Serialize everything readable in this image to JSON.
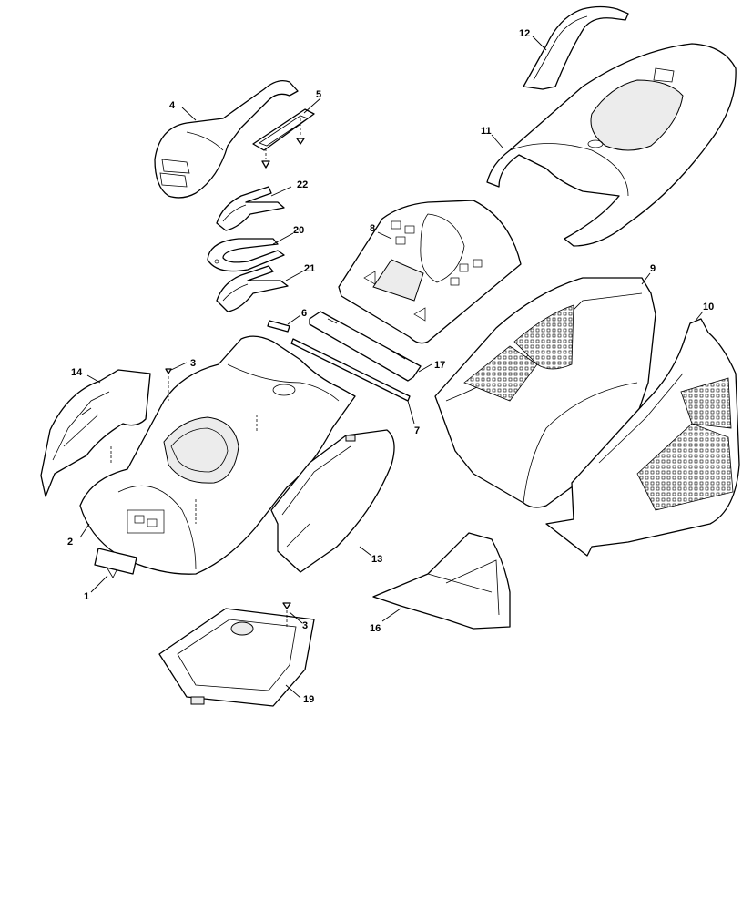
{
  "diagram": {
    "callouts": [
      "1",
      "2",
      "3",
      "3",
      "4",
      "5",
      "6",
      "7",
      "8",
      "9",
      "10",
      "11",
      "12",
      "13",
      "14",
      "16",
      "17",
      "19",
      "20",
      "21",
      "22"
    ]
  }
}
